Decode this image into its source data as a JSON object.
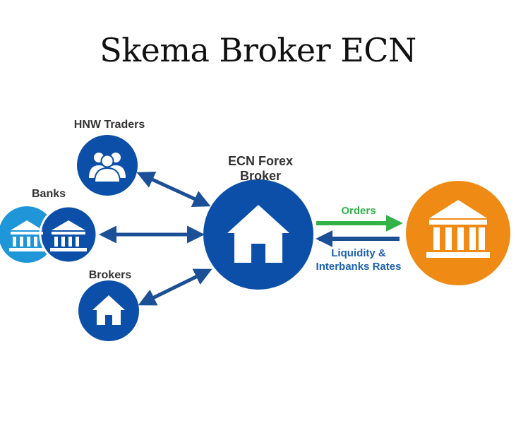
{
  "title": "Skema Broker ECN",
  "nodes": {
    "hnw_traders": {
      "label": "HNW Traders",
      "icon": "users-icon"
    },
    "banks": {
      "label": "Banks",
      "icon": "bank-icon"
    },
    "brokers": {
      "label": "Brokers",
      "icon": "house-icon"
    },
    "ecn_broker": {
      "label_line1": "ECN Forex",
      "label_line2": "Broker",
      "icon": "house-icon"
    },
    "interbank": {
      "icon": "bank-icon"
    }
  },
  "edges": {
    "orders": {
      "label": "Orders"
    },
    "liquidity": {
      "label_line1": "Liquidity &",
      "label_line2": "Interbanks Rates"
    }
  },
  "colors": {
    "dark_blue": "#0b4fa8",
    "light_blue": "#1e96d7",
    "orange": "#ef8a14",
    "green": "#33b24a",
    "arrow_blue": "#1b4f96",
    "label_dark": "#333333",
    "label_blue": "#1b5fb0"
  }
}
